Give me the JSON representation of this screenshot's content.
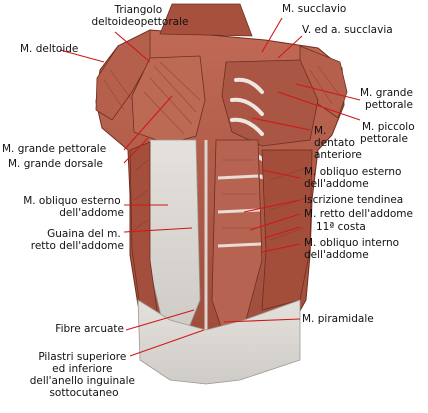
{
  "figure": {
    "accent_color": "#d01818",
    "muscle_color": "#b45e4c",
    "muscle_dark": "#7e3526",
    "skin_color": "#d9d6d2",
    "labels": [
      {
        "id": "triangolo",
        "lines": [
          "Triangolo",
          "deltoideopettorale"
        ]
      },
      {
        "id": "deltoide",
        "lines": [
          "M. deltoide"
        ]
      },
      {
        "id": "succlavio",
        "lines": [
          "M. succlavio"
        ]
      },
      {
        "id": "succlavia",
        "lines": [
          "V. ed a. succlavia"
        ]
      },
      {
        "id": "grande-pettorale-right",
        "lines": [
          "M. grande",
          "pettorale"
        ]
      },
      {
        "id": "piccolo-pettorale",
        "lines": [
          "M. piccolo",
          "pettorale"
        ]
      },
      {
        "id": "dentato-anteriore",
        "lines": [
          "M.",
          "dentato",
          "anteriore"
        ]
      },
      {
        "id": "grande-pettorale-left",
        "lines": [
          "M. grande pettorale"
        ]
      },
      {
        "id": "grande-dorsale",
        "lines": [
          "M. grande dorsale"
        ]
      },
      {
        "id": "obliquo-esterno-right",
        "lines": [
          "M. obliquo esterno",
          "dell'addome"
        ]
      },
      {
        "id": "iscrizione-tendinea",
        "lines": [
          "Iscrizione tendinea"
        ]
      },
      {
        "id": "retto-right",
        "lines": [
          "M. retto dell'addome"
        ]
      },
      {
        "id": "costa-11",
        "lines": [
          "11ª costa"
        ]
      },
      {
        "id": "obliquo-interno",
        "lines": [
          "M. obliquo interno",
          "dell'addome"
        ]
      },
      {
        "id": "obliquo-esterno-left",
        "lines": [
          "M. obliquo esterno",
          "dell'addome"
        ]
      },
      {
        "id": "guaina",
        "lines": [
          "Guaina del m.",
          "retto dell'addome"
        ]
      },
      {
        "id": "piramidale",
        "lines": [
          "M. piramidale"
        ]
      },
      {
        "id": "fibre-arcuate",
        "lines": [
          "Fibre arcuate"
        ]
      },
      {
        "id": "pilastri",
        "lines": [
          "Pilastri superiore",
          "ed inferiore",
          "dell'anello inguinale",
          "sottocutaneo"
        ]
      }
    ]
  }
}
